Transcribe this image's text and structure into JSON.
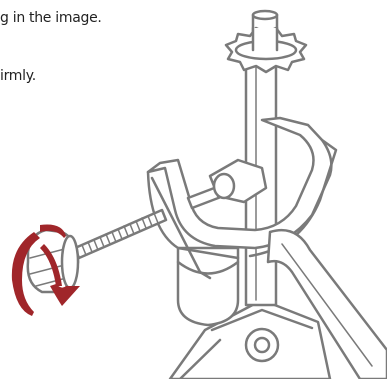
{
  "instructions": {
    "line1": "g in the image.",
    "line2": "irmly."
  },
  "colors": {
    "outline": "#7a7a7a",
    "fill": "#ffffff",
    "arrow": "#a0262a",
    "text": "#222222"
  },
  "icons": [
    "clamp-illustration",
    "rotation-arrow-icon"
  ]
}
